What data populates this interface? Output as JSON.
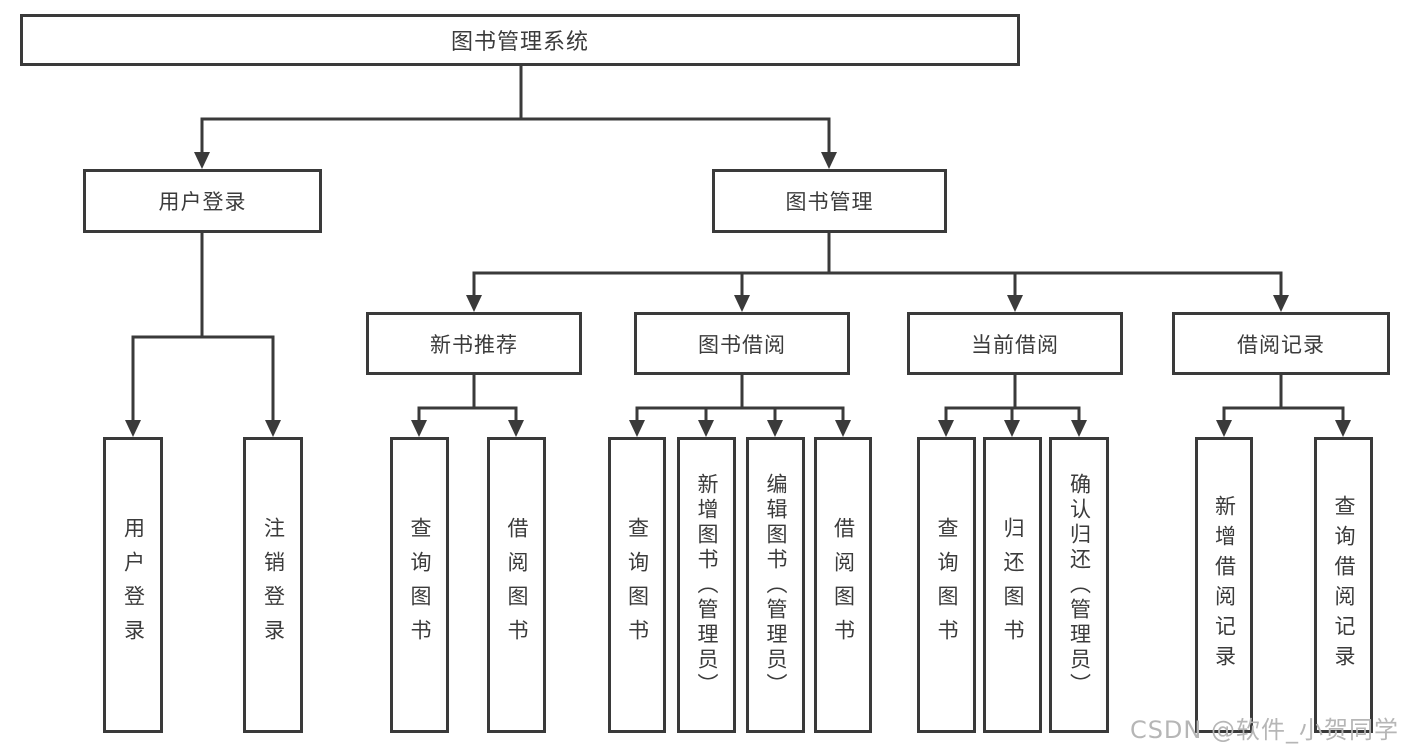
{
  "nodes": {
    "root": "图书管理系统",
    "user_login": "用户登录",
    "book_mgmt": "图书管理",
    "new_books": "新书推荐",
    "book_borrow": "图书借阅",
    "current_borrow": "当前借阅",
    "borrow_records": "借阅记录"
  },
  "leaves": {
    "user_login": [
      "用户登录",
      "注销登录"
    ],
    "new_books": [
      "查询图书",
      "借阅图书"
    ],
    "book_borrow": [
      "查询图书",
      "新增图书（管理员）",
      "编辑图书（管理员）",
      "借阅图书"
    ],
    "current_borrow": [
      "查询图书",
      "归还图书",
      "确认归还（管理员）"
    ],
    "borrow_records": [
      "新增借阅记录",
      "查询借阅记录"
    ]
  },
  "watermark": "CSDN @软件_小贺同学",
  "colors": {
    "line": "#3a3a3a",
    "text": "#3b3b3b",
    "watermark": "#b6b6b6",
    "background": "#ffffff"
  }
}
